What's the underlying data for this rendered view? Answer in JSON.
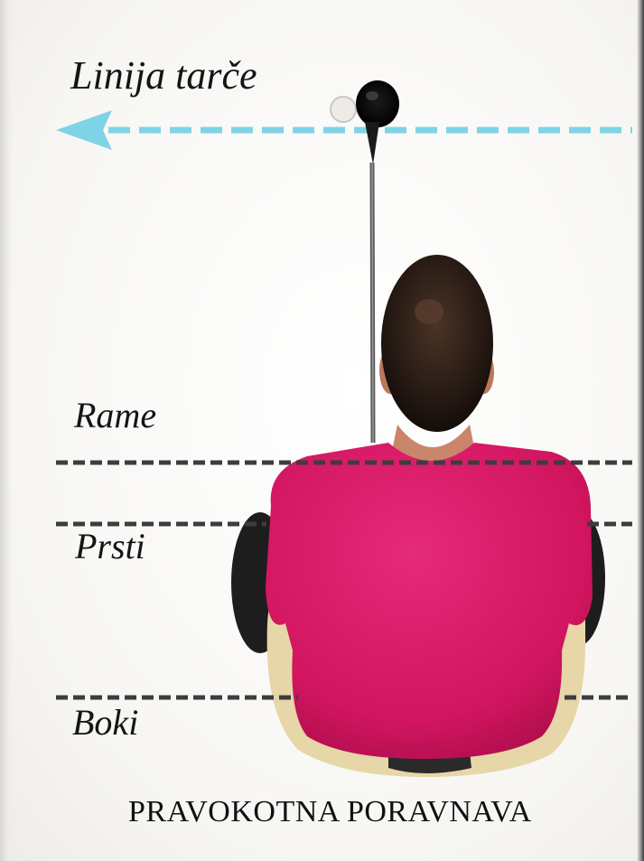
{
  "title": "Linija tarče",
  "labels": {
    "shoulders": "Rame",
    "toes": "Prsti",
    "hips": "Boki"
  },
  "caption": "PRAVOKOTNA PORAVNAVA",
  "colors": {
    "target_line": "#7fd3e6",
    "alignment_lines": "#3d3d3d",
    "shirt": "#d8196a",
    "hair": "#2b1d16",
    "trousers": "#e6d6a8"
  }
}
